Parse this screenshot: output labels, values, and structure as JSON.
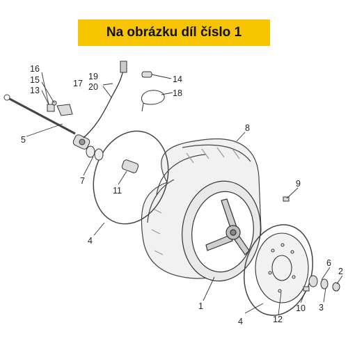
{
  "header": {
    "title": "Na obrázku díl číslo 1"
  },
  "callouts": [
    {
      "id": "c16",
      "text": "16"
    },
    {
      "id": "c15",
      "text": "15"
    },
    {
      "id": "c13",
      "text": "13"
    },
    {
      "id": "c17",
      "text": "17"
    },
    {
      "id": "c19",
      "text": "19"
    },
    {
      "id": "c20",
      "text": "20"
    },
    {
      "id": "c14",
      "text": "14"
    },
    {
      "id": "c18",
      "text": "18"
    },
    {
      "id": "c8",
      "text": "8"
    },
    {
      "id": "c5",
      "text": "5"
    },
    {
      "id": "c7",
      "text": "7"
    },
    {
      "id": "c11",
      "text": "11"
    },
    {
      "id": "c9",
      "text": "9"
    },
    {
      "id": "c4a",
      "text": "4"
    },
    {
      "id": "c6",
      "text": "6"
    },
    {
      "id": "c2",
      "text": "2"
    },
    {
      "id": "c3",
      "text": "3"
    },
    {
      "id": "c10",
      "text": "10"
    },
    {
      "id": "c1",
      "text": "1"
    },
    {
      "id": "c12",
      "text": "12"
    },
    {
      "id": "c4b",
      "text": "4"
    }
  ],
  "colors": {
    "banner": "#f6c400",
    "line": "#333333"
  }
}
